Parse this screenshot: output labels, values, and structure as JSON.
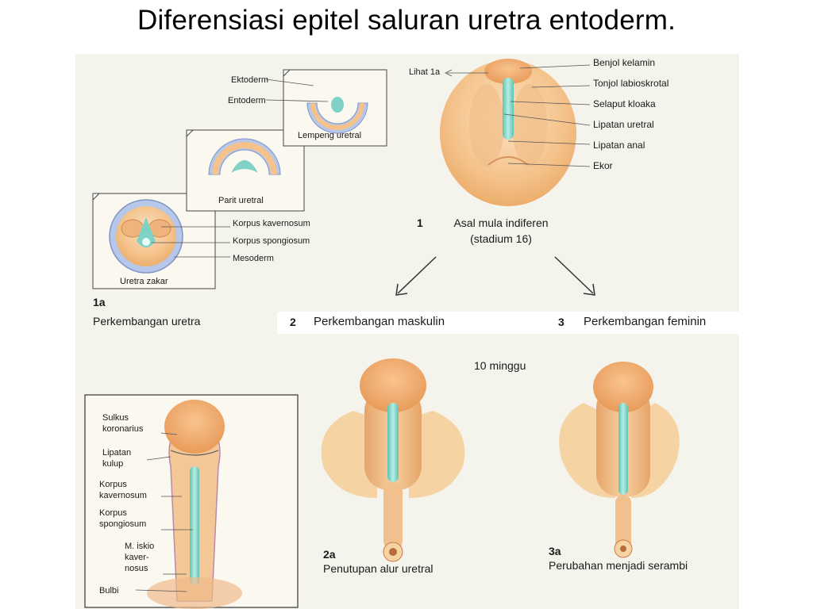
{
  "title": "Diferensiasi epitel saluran uretra entoderm.",
  "panel_1a": {
    "stage_ectoderm": "Ektoderm",
    "stage_entoderm": "Entoderm",
    "stage_plate": "Lempeng uretral",
    "stage_groove": "Parit uretral",
    "stage_urethra": "Uretra zakar",
    "label_cavernosum": "Korpus kavernosum",
    "label_spongiosum": "Korpus spongiosum",
    "label_mesoderm": "Mesoderm",
    "number": "1a",
    "caption": "Perkembangan uretra"
  },
  "panel_1": {
    "see_ref": "Lihat 1a",
    "label_tubercle": "Benjol kelamin",
    "label_labioscrotal": "Tonjol labioskrotal",
    "label_cloacal": "Selaput kloaka",
    "label_urethral_fold": "Lipatan uretral",
    "label_anal_fold": "Lipatan anal",
    "label_tail": "Ekor",
    "number": "1",
    "caption_line1": "Asal mula indiferen",
    "caption_line2": "(stadium 16)"
  },
  "branch": {
    "male_number": "2",
    "male_label": "Perkembangan maskulin",
    "female_number": "3",
    "female_label": "Perkembangan feminin",
    "age": "10 minggu"
  },
  "panel_detail": {
    "label_sulcus": "Sulkus\nkoronarius",
    "label_prepuce": "Lipatan\nkulup",
    "label_cavernosum": "Korpus\nkavernosum",
    "label_spongiosum": "Korpus\nspongiosum",
    "label_ischio": "M. iskio\nkaver-\nnosus",
    "label_bulb": "Bulbi"
  },
  "panel_2a": {
    "number": "2a",
    "caption": "Penutupan alur uretral"
  },
  "panel_3a": {
    "number": "3a",
    "caption": "Perubahan menjadi serambi"
  },
  "colors": {
    "flesh": "#f2b777",
    "flesh_light": "#f7d3a4",
    "flesh_dark": "#e39a5b",
    "epithelium_blue": "#9fb6e0",
    "urethral_green": "#79d3c8",
    "paper": "#f4f3ec"
  }
}
